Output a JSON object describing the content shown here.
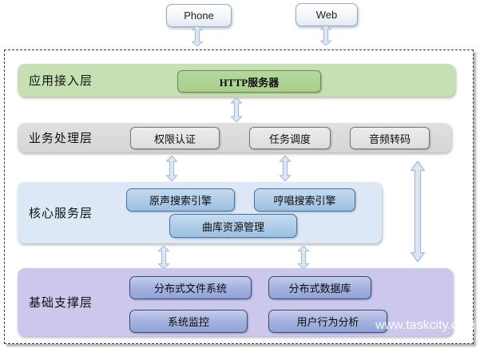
{
  "clients": [
    {
      "label": "Phone"
    },
    {
      "label": "Web"
    }
  ],
  "layers": [
    {
      "label": "应用接入层",
      "boxes": [
        {
          "label": "HTTP服务器"
        }
      ]
    },
    {
      "label": "业务处理层",
      "boxes": [
        {
          "label": "权限认证"
        },
        {
          "label": "任务调度"
        },
        {
          "label": "音频转码"
        }
      ]
    },
    {
      "label": "核心服务层",
      "boxes": [
        {
          "label": "原声搜索引擎"
        },
        {
          "label": "哼唱搜索引擎"
        },
        {
          "label": "曲库资源管理"
        }
      ]
    },
    {
      "label": "基础支撑层",
      "boxes": [
        {
          "label": "分布式文件系统"
        },
        {
          "label": "分布式数据库"
        },
        {
          "label": "系统监控"
        },
        {
          "label": "用户行为分析"
        }
      ]
    }
  ],
  "watermark": "www.taskcity.com",
  "colors": {
    "client_border": "#93abc7",
    "layer1_band": "#c6e0b4",
    "layer1_box": "#a9d08e",
    "layer2_band": "#d6d6d6",
    "layer2_box": "#dddddd",
    "layer3_band": "#dce8f5",
    "layer3_box_top": "#c5dbf0",
    "layer3_box_bottom": "#9cc0e2",
    "layer4_band": "#ccc8ed",
    "layer4_box_top": "#c3ceec",
    "layer4_box_bottom": "#91a3d6",
    "arrow_fill": "#dde7f3",
    "arrow_stroke": "#a3bcd9"
  }
}
